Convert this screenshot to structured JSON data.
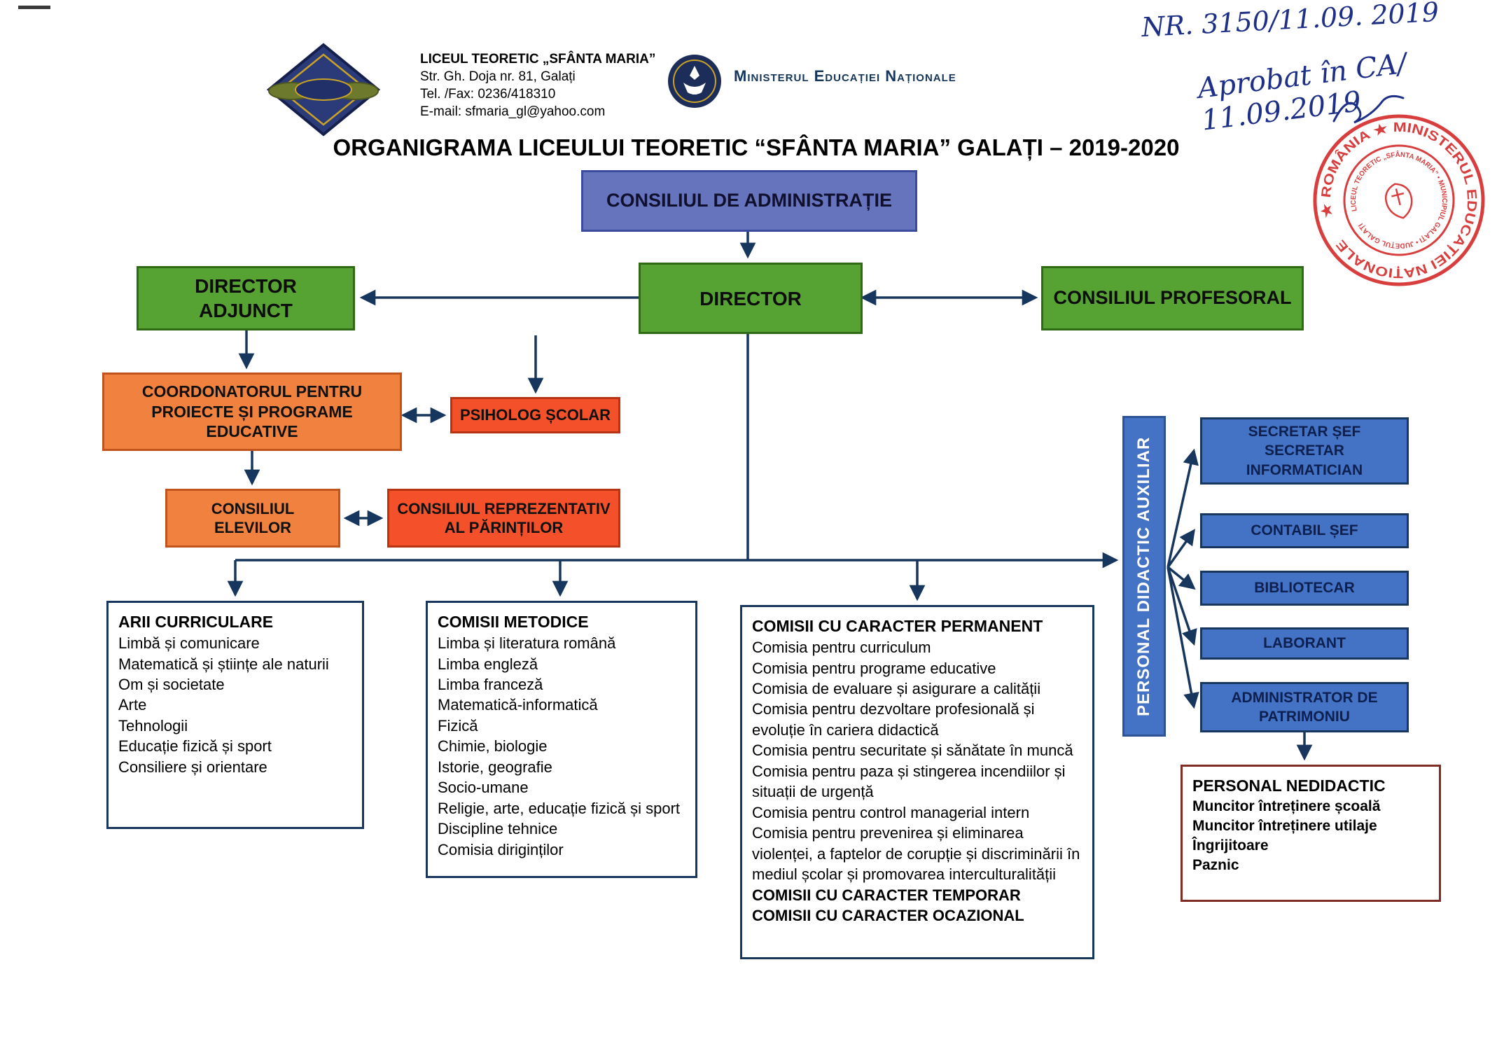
{
  "header": {
    "school_name": "LICEUL TEORETIC „SFÂNTA MARIA”",
    "school_address": "Str. Gh. Doja nr. 81, Galați",
    "school_phone": "Tel. /Fax: 0236/418310",
    "school_email": "E-mail: sfmaria_gl@yahoo.com",
    "ministry_name": "Ministerul Educației Naționale",
    "handwritten_number": "NR. 3150/11.09. 2019",
    "handwritten_approval": "Aprobat în CA/ 11.09.2019"
  },
  "stamp": {
    "outer_text": "★ ROMÂNIA ★ MINISTERUL EDUCAȚIEI NAȚIONALE",
    "inner_text": "LICEUL TEORETIC „SFÂNTA MARIA” • MUNICIPIUL GALAȚI • JUDEȚUL GALAȚI"
  },
  "title": "ORGANIGRAMA LICEULUI TEORETIC “SFÂNTA MARIA” GALAȚI – 2019-2020",
  "nodes": {
    "consiliul_administratie": "CONSILIUL DE ADMINISTRAȚIE",
    "director": "DIRECTOR",
    "director_adjunct": "DIRECTOR ADJUNCT",
    "consiliul_profesoral": "CONSILIUL PROFESORAL",
    "coordonator": "COORDONATORUL PENTRU PROIECTE ȘI PROGRAME EDUCATIVE",
    "psiholog": "PSIHOLOG ȘCOLAR",
    "consiliul_elevilor": "CONSILIUL ELEVILOR",
    "consiliul_parintilor": "CONSILIUL REPREZENTATIV AL PĂRINȚILOR",
    "personal_didactic_auxiliar": "PERSONAL DIDACTIC AUXILIAR",
    "secretariat_lines": [
      "SECRETAR ȘEF",
      "SECRETAR",
      "INFORMATICIAN"
    ],
    "contabil": "CONTABIL ȘEF",
    "bibliotecar": "BIBLIOTECAR",
    "laborant": "LABORANT",
    "administrator": "ADMINISTRATOR DE PATRIMONIU"
  },
  "arii_curriculare": {
    "title": "ARII CURRICULARE",
    "items": [
      "Limbă și comunicare",
      "Matematică și științe ale naturii",
      "Om și societate",
      "Arte",
      "Tehnologii",
      "Educație fizică și sport",
      "Consiliere și orientare"
    ]
  },
  "comisii_metodice": {
    "title": "COMISII METODICE",
    "items": [
      "Limba și literatura română",
      "Limba engleză",
      "Limba franceză",
      "Matematică-informatică",
      "Fizică",
      "Chimie, biologie",
      "Istorie, geografie",
      "Socio-umane",
      "Religie, arte, educație fizică și sport",
      "Discipline tehnice",
      "Comisia diriginților"
    ]
  },
  "comisii_permanente": {
    "title": "COMISII CU CARACTER PERMANENT",
    "items": [
      "Comisia pentru curriculum",
      "Comisia pentru programe educative",
      "Comisia de evaluare și asigurare a calității",
      "Comisia pentru dezvoltare profesională și evoluție în cariera didactică",
      "Comisia pentru securitate și sănătate în muncă",
      "Comisia pentru paza și stingerea incendiilor și situații de urgență",
      "Comisia pentru control managerial intern",
      "Comisia pentru prevenirea și eliminarea violenței, a faptelor de corupție și discriminării în mediul școlar și promovarea interculturalității"
    ],
    "footer": [
      "COMISII CU CARACTER TEMPORAR",
      "COMISII CU CARACTER OCAZIONAL"
    ]
  },
  "personal_nedidactic": {
    "title": "PERSONAL NEDIDACTIC",
    "items": [
      "Muncitor întreținere școală",
      "Muncitor întreținere utilaje",
      "Îngrijitoare",
      "Paznic"
    ]
  },
  "colors": {
    "green_box": "#56a233",
    "admin_blue_box": "#6673bd",
    "orange_box": "#f0813f",
    "redorange_box": "#f4512b",
    "right_blue_box": "#4472c4",
    "nedidactic_red_box": "#b9493e",
    "connector_navy": "#17365d",
    "stamp_red": "#d62e2e",
    "handwriting_ink": "#1d2f86"
  }
}
